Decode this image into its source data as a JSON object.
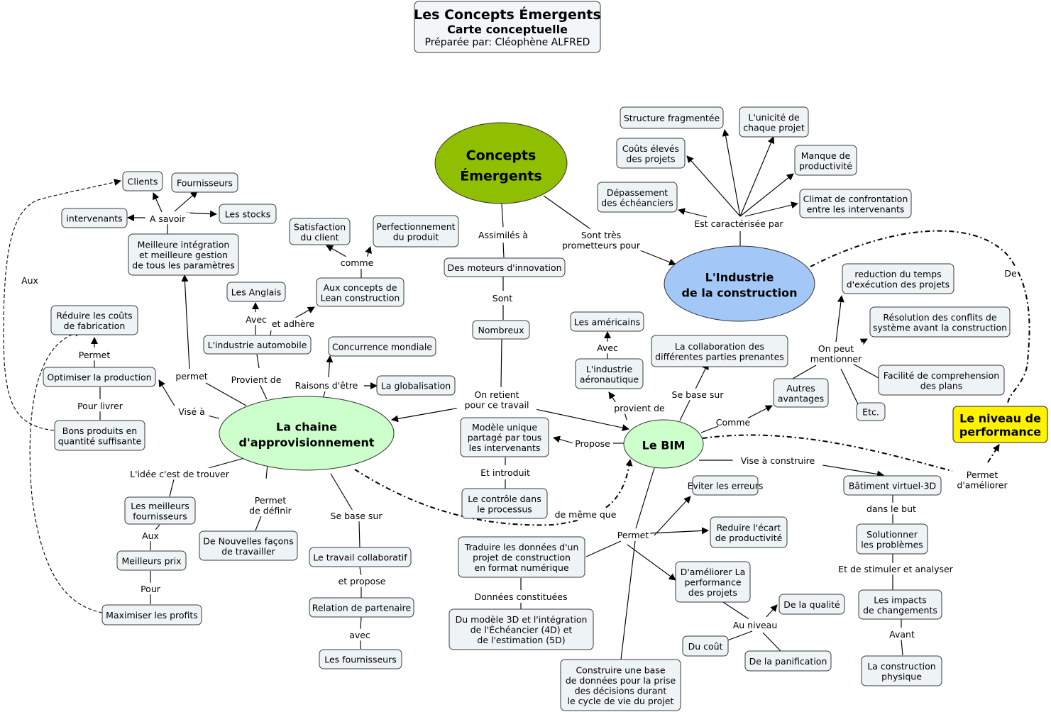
{
  "title": {
    "line1": "Les Concepts Émergents",
    "line2": "Carte conceptuelle",
    "line3": "Préparée par: Cléophène ALFRED"
  },
  "colors": {
    "box_fill": "#eef4f6",
    "concepts_ellipse": "#8fbf00",
    "industrie_ellipse": "#a3c8f7",
    "chaine_ellipse": "#ccffcc",
    "bim_ellipse": "#ccffcc",
    "performance_box": "#fff200"
  },
  "nodes": {
    "concepts": "Concepts\nÉmergents",
    "industrie": "L'Industrie\nde la construction",
    "chaine": "La chaine\nd'approvisionnement",
    "bim": "Le BIM",
    "performance": "Le niveau de\nperformance",
    "structure": "Structure fragmentée",
    "unicite": "L'unicité de\nchaque projet",
    "couts_eleves": "Coûts élevés\ndes projets",
    "manque_prod": "Manque de\nproductivité",
    "depassement": "Dépassement\ndes échéanciers",
    "climat": "Climat de confrontation\nentre les intervenants",
    "reduction_temps": "reduction du temps\nd'exécution des projets",
    "resolution": "Résolution des conflits de\nsystème avant la construction",
    "facilite": "Facilité de comprehension\ndes plans",
    "etc": "Etc.",
    "autres_av": "Autres\navantages",
    "collab_parties": "La collaboration des\ndifférentes parties prenantes",
    "americains": "Les américains",
    "industrie_aero": "L'industrie\naéronautique",
    "batiment_3d": "Bâtiment virtuel-3D",
    "solutionner": "Solutionner\nles problèmes",
    "impacts": "Les impacts\nde changements",
    "construction_phys": "La construction\nphysique",
    "eviter": "Eviter les erreurs",
    "reduire_ecart": "Reduire l'écart\nde productivité",
    "ameliorer_perf": "D'améliorer La\nperformance\ndes projets",
    "qualite": "De la qualité",
    "du_cout": "Du coût",
    "planification": "De la panification",
    "traduire": "Traduire les données d'un\nprojet de construction\nen format numérique",
    "modele_3d": "Du modèle 3D et l'intégration\nde l'Échéancier (4D) et\nde l'estimation (5D)",
    "base_donnees": "Construire une base\nde données pour la prise\ndes décisions durant\nle cycle de vie du projet",
    "modele_unique": "Modèle unique\npartagé par tous\nles intervenants",
    "controle": "Le contrôle dans\nle processus",
    "moteurs": "Des moteurs d'innovation",
    "nombreux": "Nombreux",
    "satisfaction": "Satisfaction\ndu client",
    "perfectionnement": "Perfectionnement\ndu produit",
    "lean": "Aux concepts de\nLean construction",
    "anglais": "Les Anglais",
    "automobile": "L'industrie automobile",
    "concurrence": "Concurrence mondiale",
    "globalisation": "La globalisation",
    "clients": "Clients",
    "fournisseurs_top": "Fournisseurs",
    "intervenants": "intervenants",
    "stocks": "Les stocks",
    "meilleure_integ": "Meilleure intégration\net meilleure gestion\nde tous les paramètres",
    "reduire_couts": "Réduire les coûts\nde fabrication",
    "optimiser": "Optimiser la production",
    "bons_produits": "Bons produits en\nquantité suffisante",
    "meilleurs_fourn": "Les meilleurs\nfournisseurs",
    "meilleurs_prix": "Meilleurs prix",
    "maximiser": "Maximiser les profits",
    "nouvelles_facons": "De Nouvelles façons\nde travailler",
    "travail_collab": "Le travail collaboratif",
    "relation_part": "Relation de partenaire",
    "les_fournisseurs": "Les fournisseurs"
  },
  "links": {
    "assimiles": "Assimilés à",
    "prometteurs": "Sont très\nprometteurs pour",
    "sont": "Sont",
    "retient": "On retient\npour ce travail",
    "caracterisee": "Est caractérisée par",
    "de": "De",
    "peut_mentionner": "On peut\nmentionner",
    "comme_bim": "Comme",
    "base_sur_bim": "Se base sur",
    "avec_aero": "Avec",
    "provient_bim": "provient de",
    "propose": "Propose",
    "introduit": "Et introduit",
    "vise_construire": "Vise à construire",
    "permet_ameliorer": "Permet\nd'améliorer",
    "dans_but": "dans le but",
    "stimuler": "Et de stimuler et analyser",
    "avant": "Avant",
    "permet_bim": "Permet",
    "au_niveau": "Au niveau",
    "donnees": "Données constituées",
    "de_meme": "de même que",
    "comme_lean": "comme",
    "et_adhere": "et adhère",
    "avec_angl": "Avec",
    "provient_chaine": "Provient de",
    "raisons": "Raisons d'être",
    "permet_chaine": "permet",
    "a_savoir": "A savoir",
    "aux_left": "Aux",
    "permet_couts": "Permet",
    "pour_livrer": "Pour livrer",
    "vise_a": "Visé à",
    "idee": "L'idée c'est de trouver",
    "aux_prix": "Aux",
    "pour_max": "Pour",
    "permet_definir": "Permet\nde définir",
    "se_base_sur": "Se base sur",
    "et_propose": "et propose",
    "avec_fourn": "avec"
  }
}
